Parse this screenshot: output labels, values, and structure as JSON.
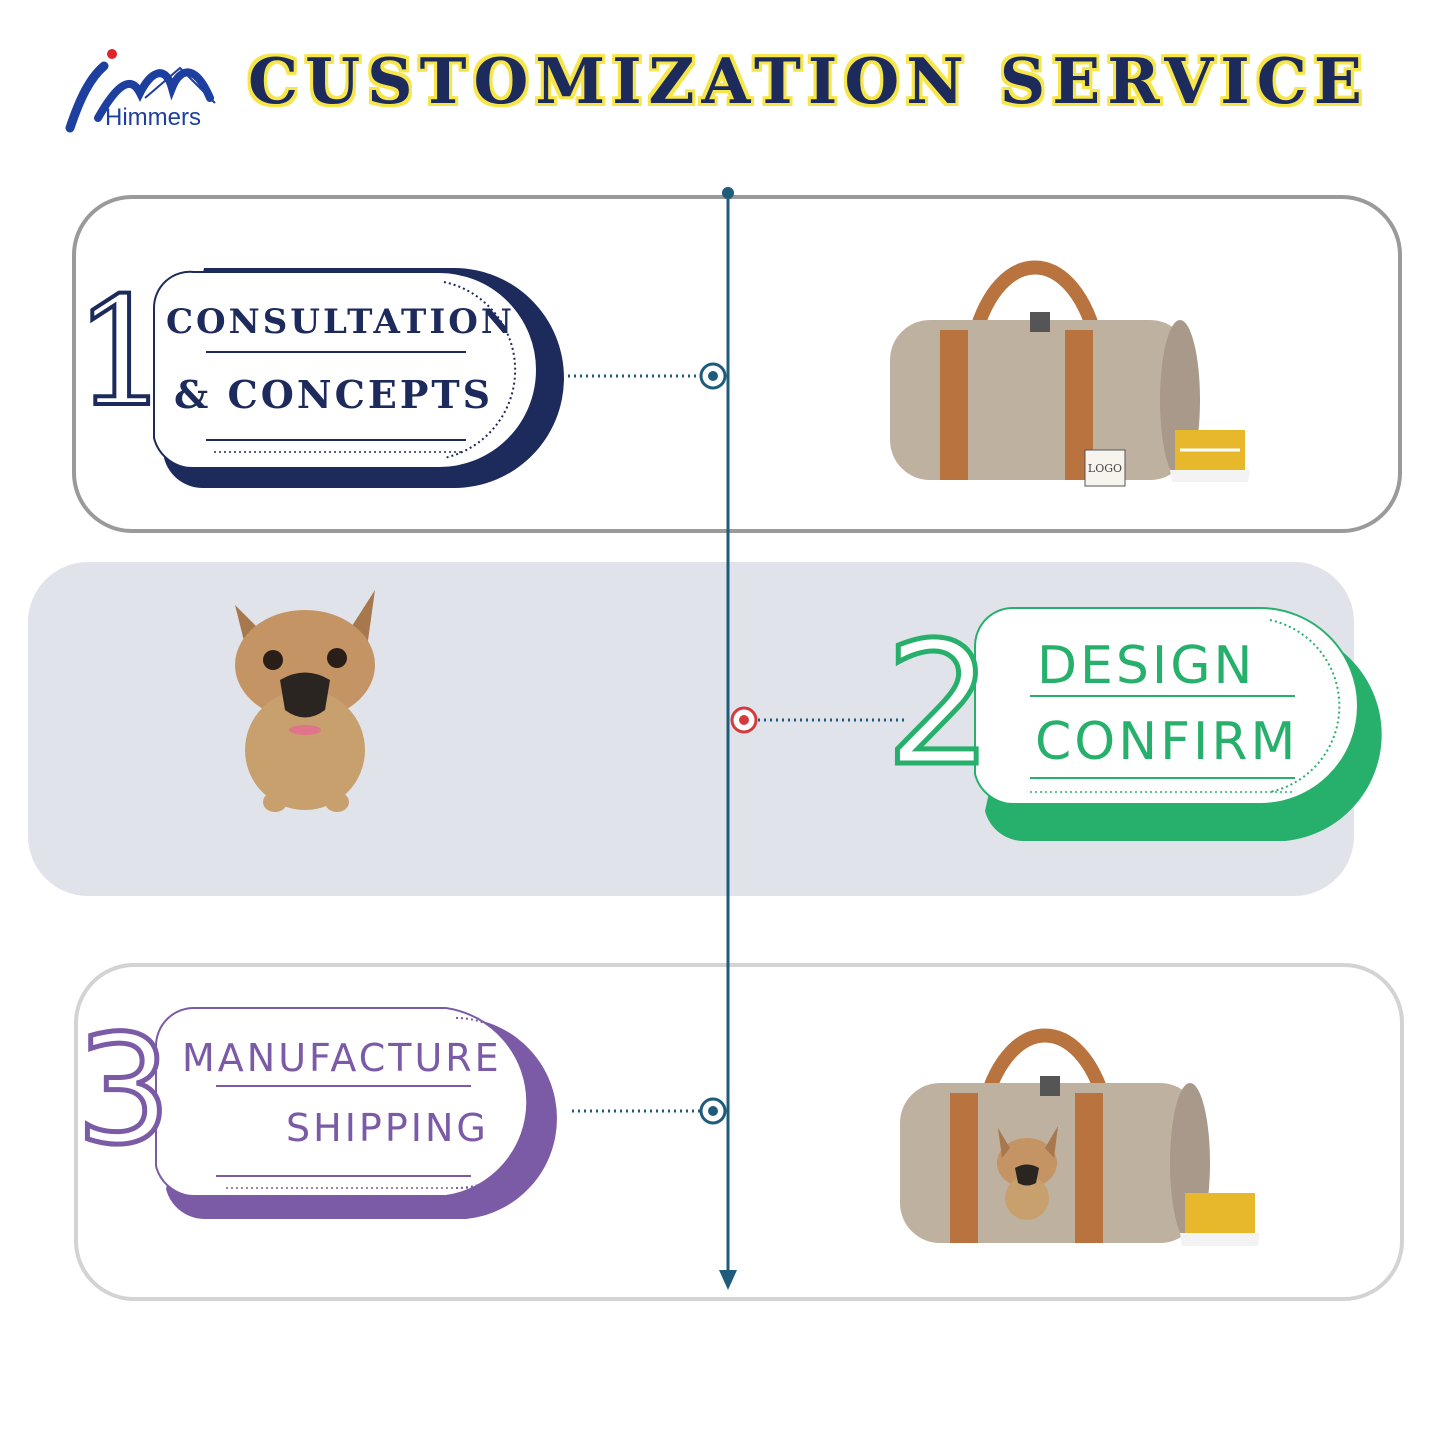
{
  "header": {
    "title": "CUSTOMIZATION SERVICE",
    "brand": "Himmers"
  },
  "steps": [
    {
      "number": "1",
      "line1": "CONSULTATION",
      "line2": "& CONCEPTS",
      "color": "#1c2a5c"
    },
    {
      "number": "2",
      "line1": "DESIGN",
      "line2": "CONFIRM",
      "color": "#26b06b"
    },
    {
      "number": "3",
      "line1": "MANUFACTURE",
      "line2": "SHIPPING",
      "color": "#7b5aa6"
    }
  ],
  "bag_tag": "LOGO",
  "colors": {
    "timeline": "#1f5b7a",
    "marker_red": "#d63b3b",
    "bag_body": "#bfb1a0",
    "bag_strap": "#b8733f"
  }
}
